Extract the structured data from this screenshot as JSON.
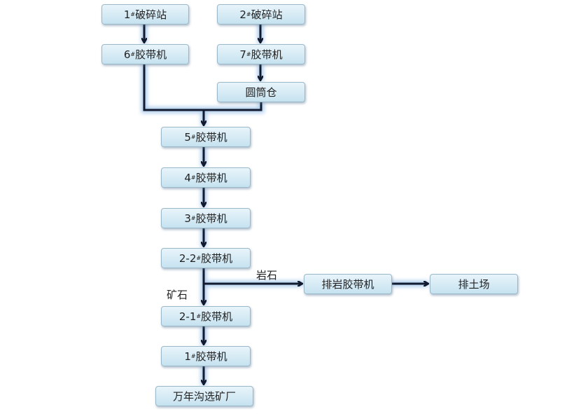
{
  "nodes": {
    "crusher1": {
      "num": "1",
      "sup": "#",
      "name": "破碎站"
    },
    "crusher2": {
      "num": "2",
      "sup": "#",
      "name": "破碎站"
    },
    "belt6": {
      "num": "6",
      "sup": "#",
      "name": "胶带机"
    },
    "belt7": {
      "num": "7",
      "sup": "#",
      "name": "胶带机"
    },
    "silo": {
      "num": "",
      "sup": "",
      "name": "圆筒仓"
    },
    "belt5": {
      "num": "5",
      "sup": "#",
      "name": "胶带机"
    },
    "belt4": {
      "num": "4",
      "sup": "#",
      "name": "胶带机"
    },
    "belt3": {
      "num": "3",
      "sup": "#",
      "name": "胶带机"
    },
    "belt2_2": {
      "num": "2-2",
      "sup": "#",
      "name": "胶带机"
    },
    "belt2_1": {
      "num": "2-1",
      "sup": "#",
      "name": "胶带机"
    },
    "belt1": {
      "num": "1",
      "sup": "#",
      "name": "胶带机"
    },
    "waste_belt": {
      "num": "",
      "sup": "",
      "name": "排岩胶带机"
    },
    "dump": {
      "num": "",
      "sup": "",
      "name": "排土场"
    },
    "plant": {
      "num": "",
      "sup": "",
      "name": "万年沟选矿厂"
    }
  },
  "labels": {
    "rock": "岩石",
    "ore": "矿石"
  },
  "colors": {
    "arrow": "#111a2e",
    "glow": "#9ec3ea"
  }
}
